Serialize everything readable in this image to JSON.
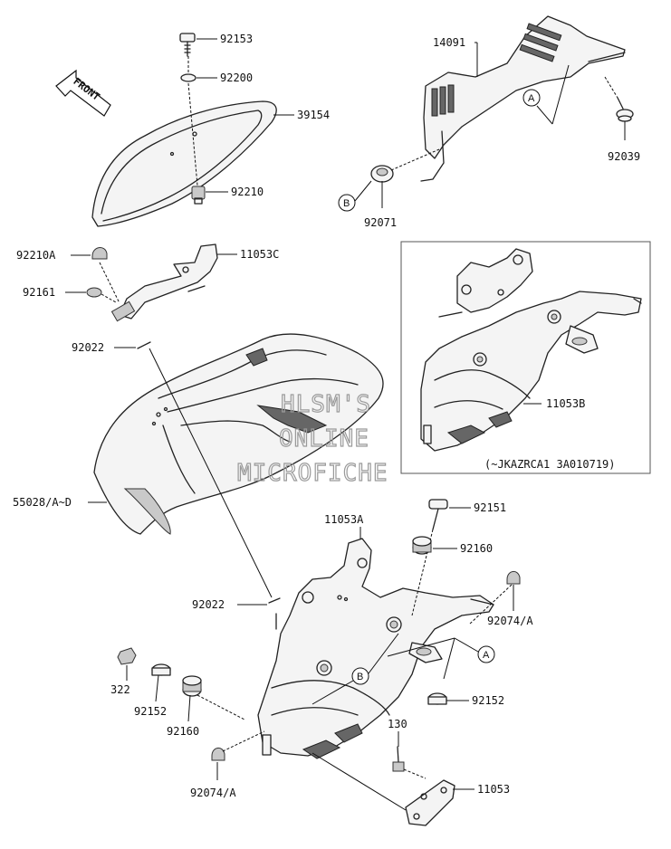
{
  "diagram": {
    "front_label": "FRONT",
    "labels": {
      "p92153": "92153",
      "p92200": "92200",
      "p39154": "39154",
      "p92210": "92210",
      "p11053C": "11053C",
      "p92210A": "92210A",
      "p92161": "92161",
      "p92022_top": "92022",
      "p55028": "55028/A~D",
      "p14091": "14091",
      "p92039": "92039",
      "p92071": "92071",
      "p11053B": "11053B",
      "inset_note": "(~JKAZRCA1 3A010719)",
      "p11053A": "11053A",
      "p92151": "92151",
      "p92160_right": "92160",
      "p92074A_right": "92074/A",
      "p92022_bottom": "92022",
      "p322": "322",
      "p92152_left": "92152",
      "p92160_left": "92160",
      "p92152_right": "92152",
      "p92074A_left": "92074/A",
      "p130": "130",
      "p11053": "11053"
    },
    "callouts": {
      "A_top": "A",
      "B_top": "B",
      "B_bottom": "B",
      "A_bottom": "A"
    },
    "watermark": [
      "HLSM'S",
      "ONLINE",
      "MICROFICHE"
    ]
  }
}
